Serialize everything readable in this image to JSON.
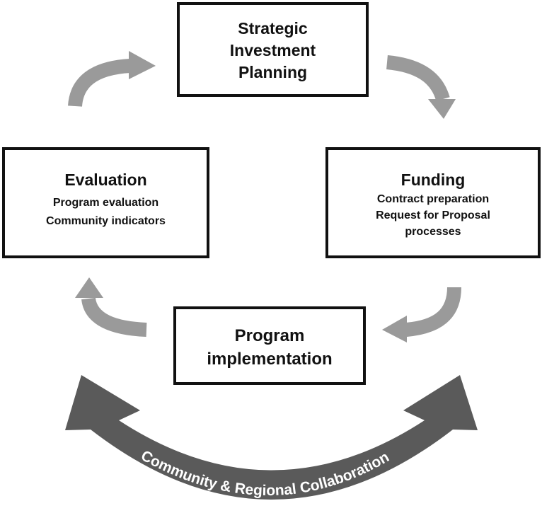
{
  "colors": {
    "box_border": "#111111",
    "cycle_arrow": "#9a9a9a",
    "collaboration_arrow": "#5a5a5a",
    "collaboration_text": "#ffffff"
  },
  "boxes": {
    "strategic": {
      "lines": [
        "Strategic",
        "Investment",
        "Planning"
      ]
    },
    "funding": {
      "title": "Funding",
      "lines": [
        "Contract preparation",
        "Request for Proposal",
        "processes"
      ]
    },
    "evaluation": {
      "title": "Evaluation",
      "lines": [
        "Program evaluation",
        "Community indicators"
      ]
    },
    "program": {
      "lines": [
        "Program",
        "implementation"
      ]
    }
  },
  "collaboration": {
    "label": "Community & Regional Collaboration"
  }
}
